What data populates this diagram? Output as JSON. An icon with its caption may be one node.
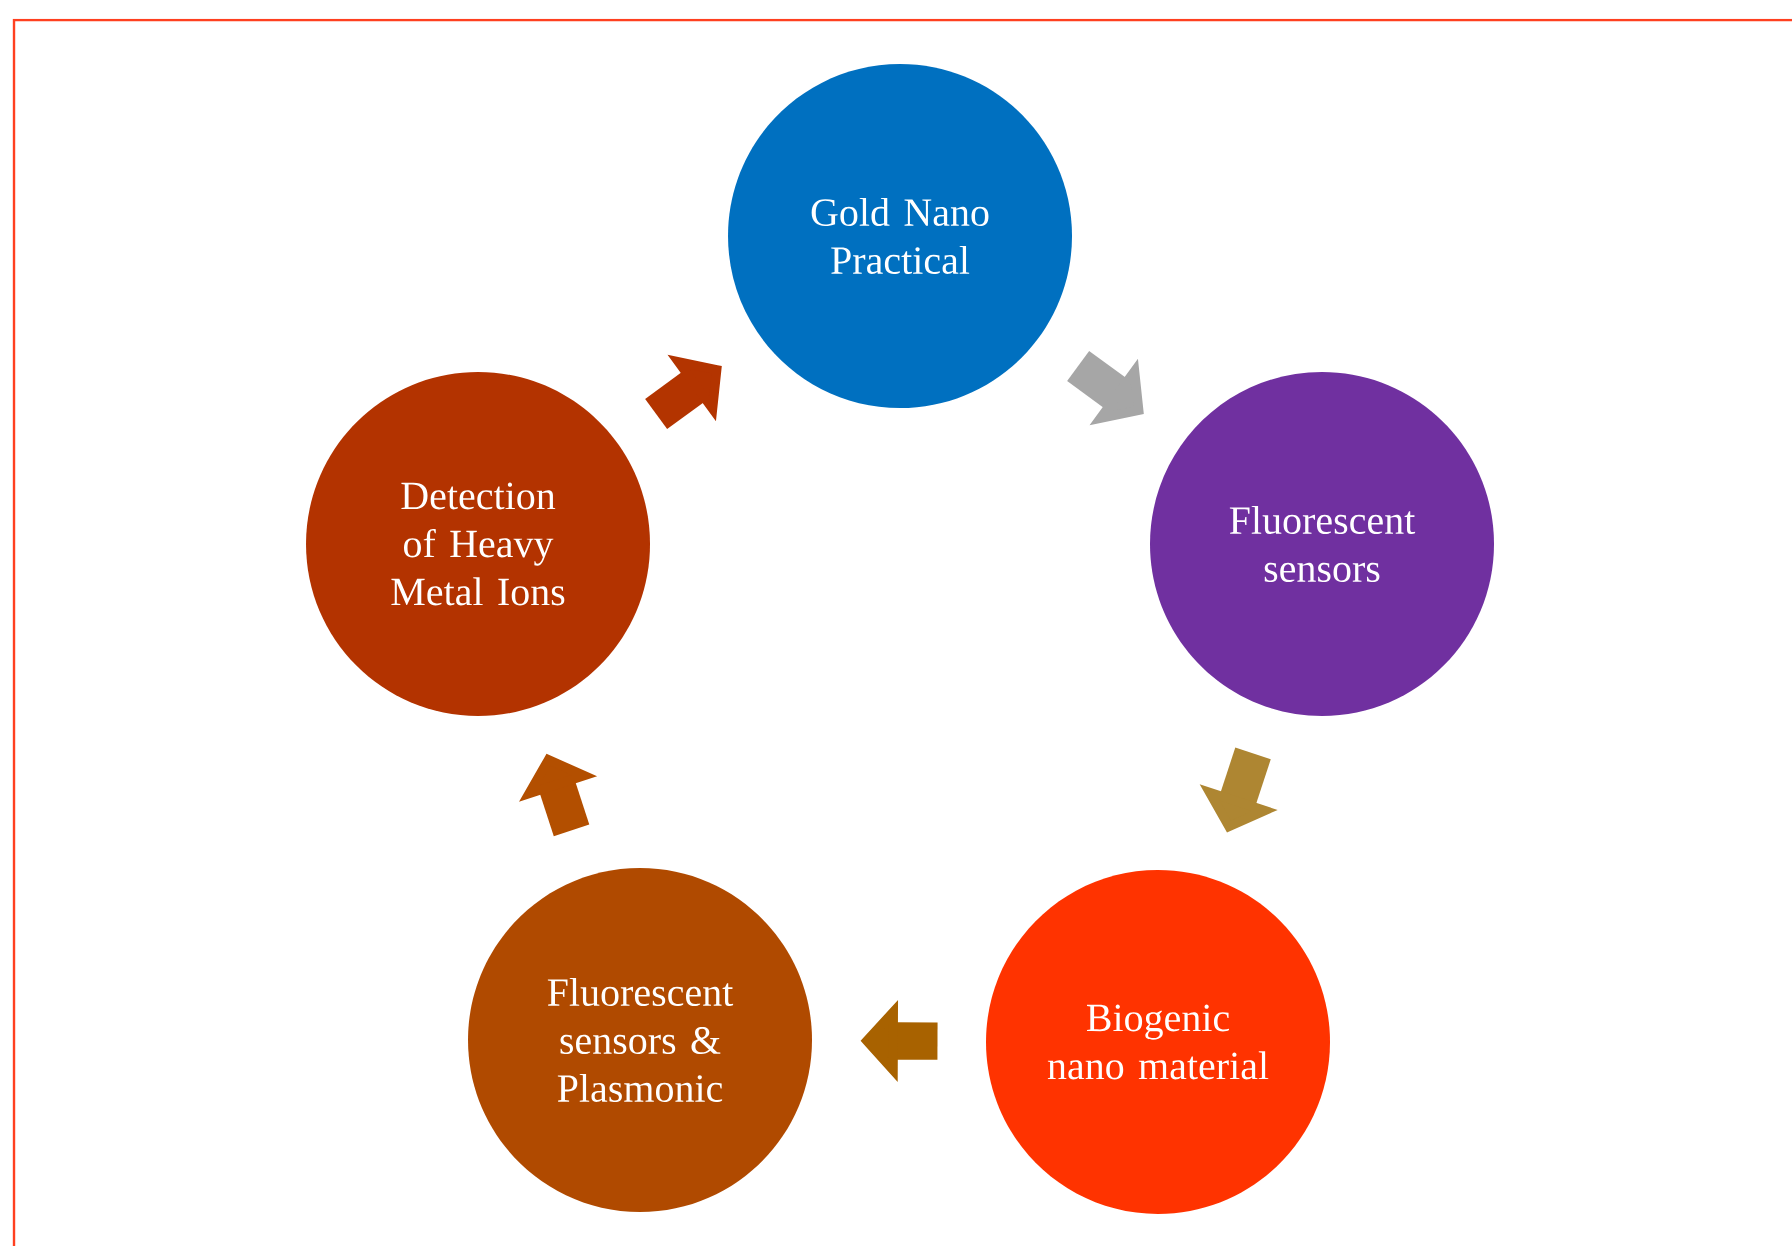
{
  "diagram": {
    "nodes": [
      {
        "text": [
          "Gold Nano Practical"
        ]
      },
      {
        "text": [
          "Fluorescent sensors"
        ]
      },
      {
        "text": [
          "Biogenic nano material"
        ]
      },
      {
        "text": [
          "Fluorescent sensors & Plasmonic"
        ]
      },
      {
        "text": [
          "Detection of Heavy Metal Ions"
        ]
      }
    ],
    "edges": [
      {
        "from": 0,
        "to": 1,
        "arrow": "to",
        "color": "#a6a6a6"
      },
      {
        "from": 1,
        "to": 2,
        "arrow": "to",
        "color": "#ae8632"
      },
      {
        "from": 2,
        "to": 3,
        "arrow": "to",
        "color": "#a86200"
      },
      {
        "from": 3,
        "to": 4,
        "arrow": "to",
        "color": "#b34f00"
      },
      {
        "from": 4,
        "to": 0,
        "arrow": "to",
        "color": "#b33400"
      }
    ]
  }
}
